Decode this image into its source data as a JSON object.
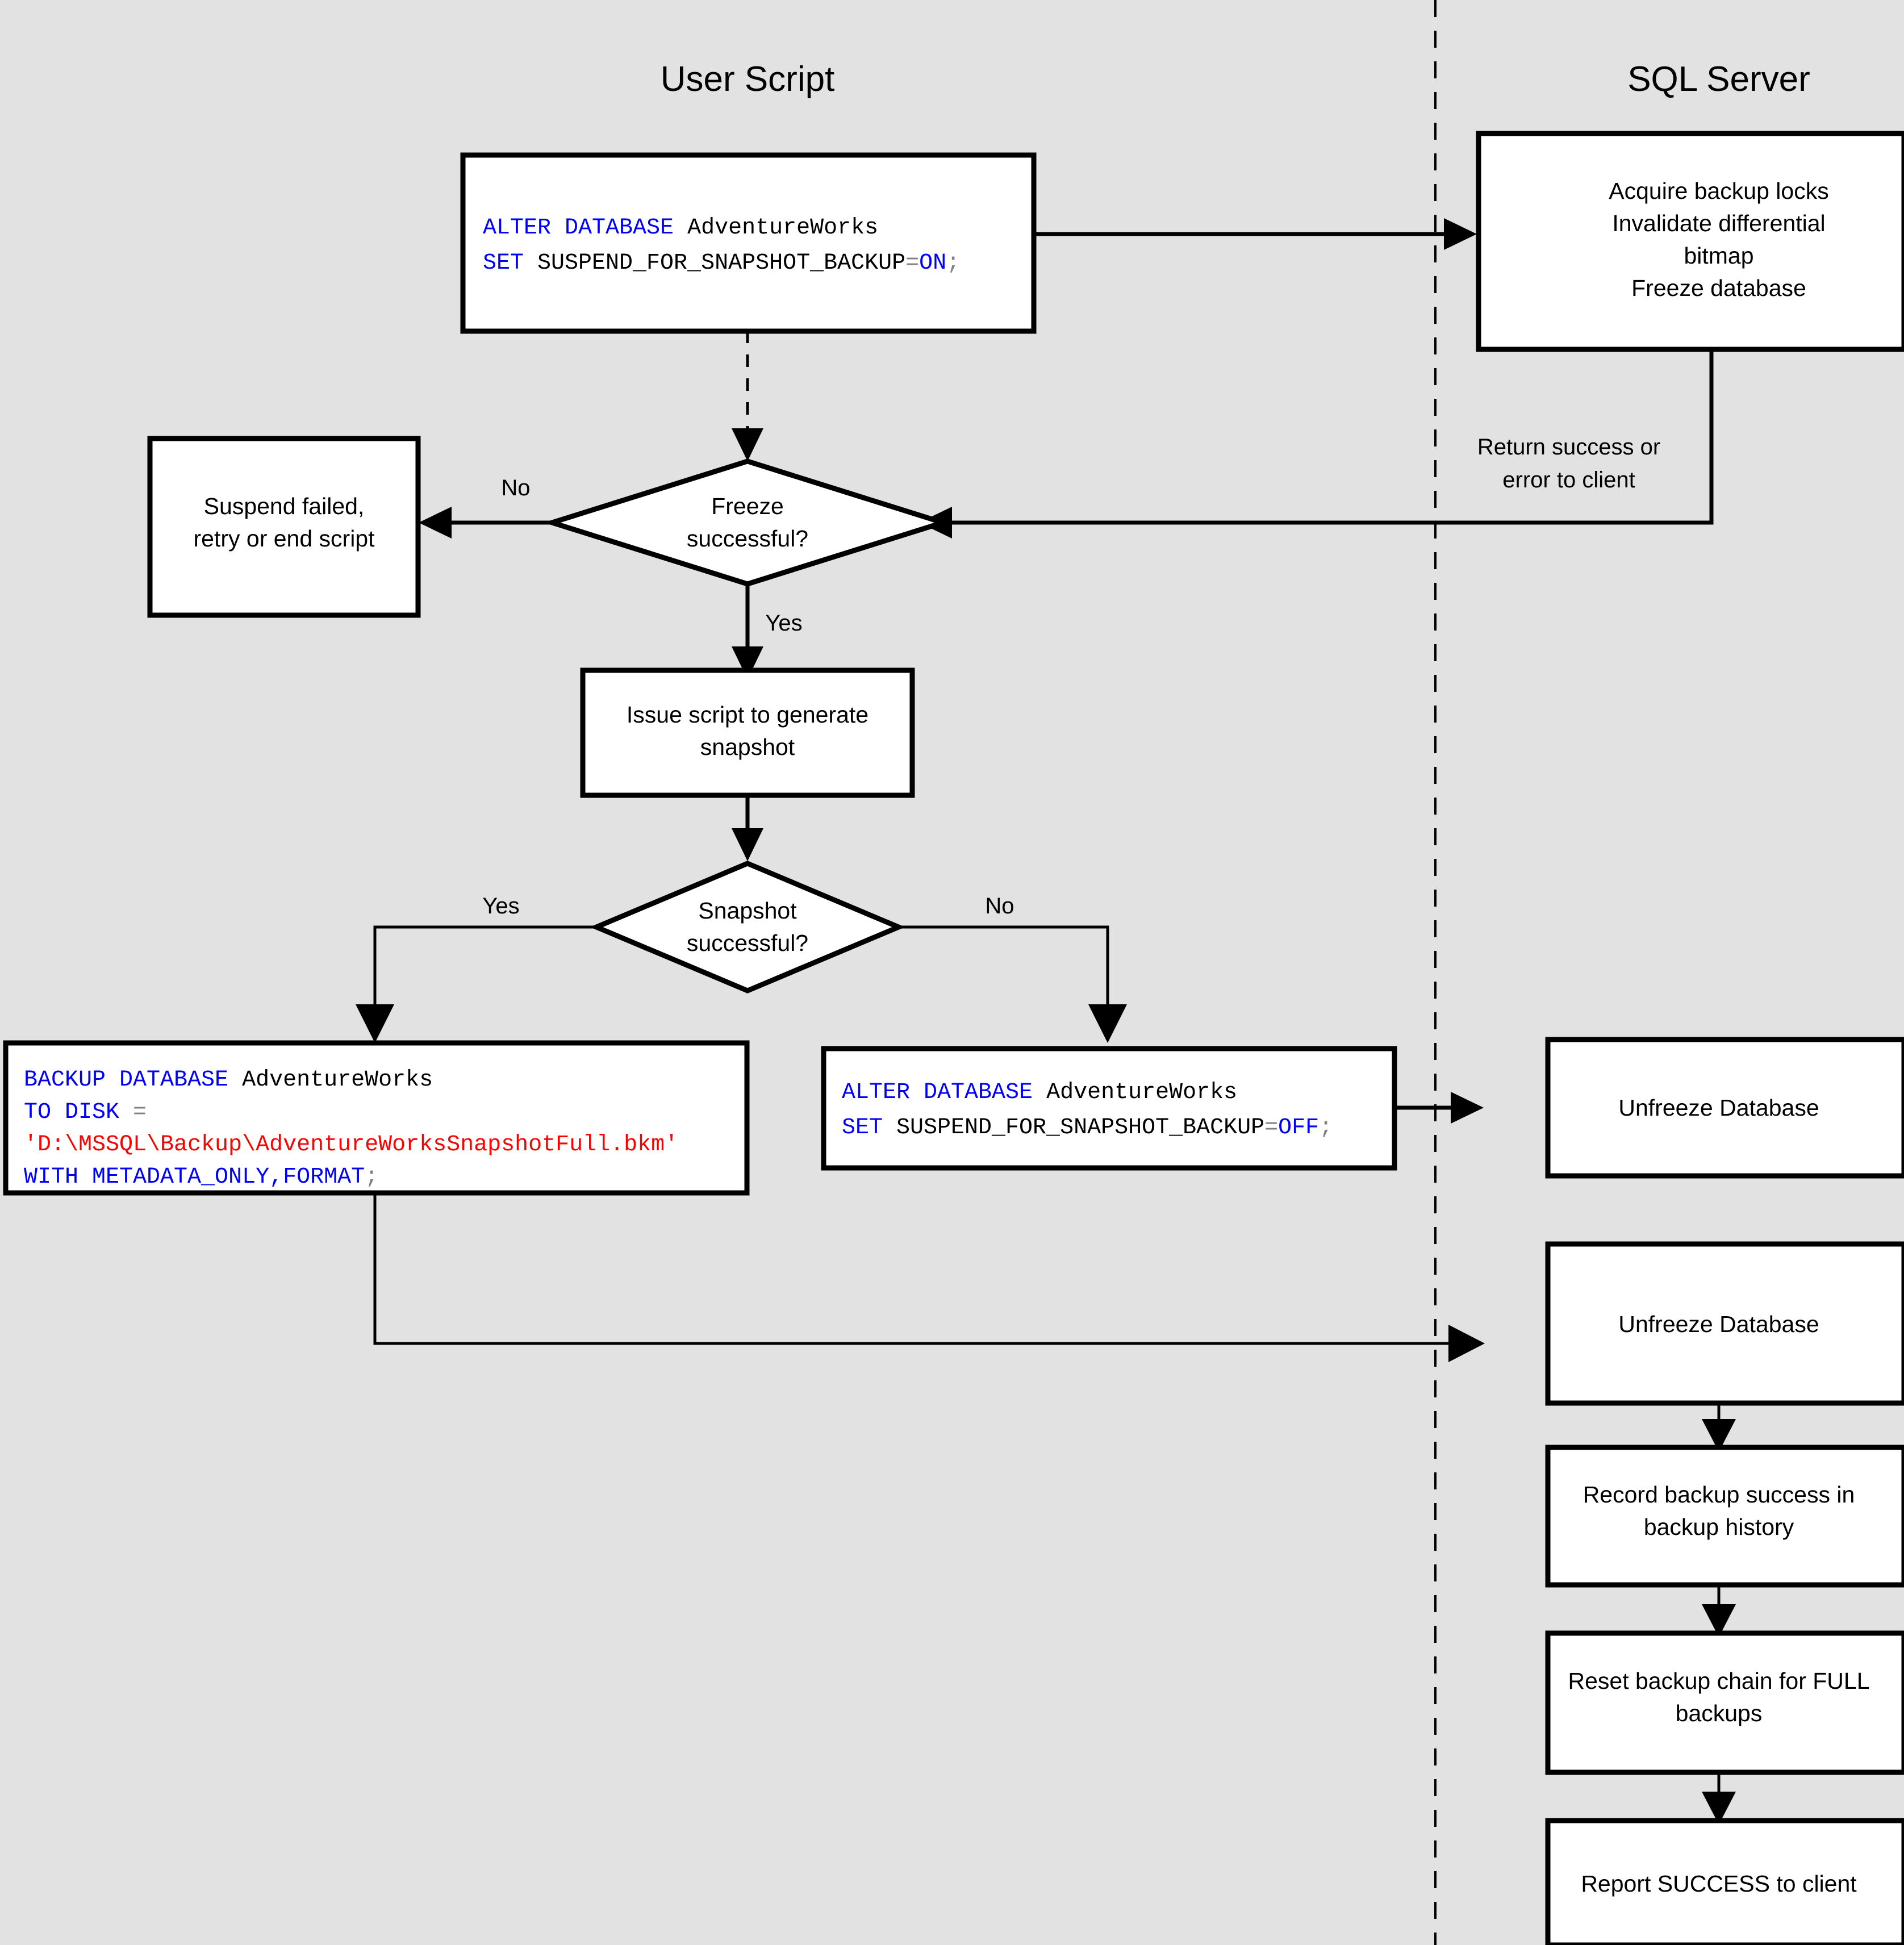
{
  "lanes": [
    {
      "id": "user-script",
      "title": "User Script"
    },
    {
      "id": "sql-server",
      "title": "SQL Server"
    }
  ],
  "colors": {
    "background": "#e2e2e2",
    "box_fill": "#ffffff",
    "stroke": "#000000",
    "keyword": "#0000ff",
    "identifier": "#000000",
    "string": "#ff0000",
    "operator": "#808080"
  },
  "nodes": {
    "alter_on": {
      "kind": "code-box",
      "lines": [
        [
          {
            "t": "ALTER DATABASE ",
            "c": "kw"
          },
          {
            "t": "AdventureWorks",
            "c": "id"
          }
        ],
        [
          {
            "t": "SET ",
            "c": "kw"
          },
          {
            "t": "SUSPEND_FOR_SNAPSHOT_BACKUP",
            "c": "id"
          },
          {
            "t": "=",
            "c": "op"
          },
          {
            "t": "ON",
            "c": "kw"
          },
          {
            "t": ";",
            "c": "op"
          }
        ]
      ],
      "plain": "ALTER DATABASE AdventureWorks SET SUSPEND_FOR_SNAPSHOT_BACKUP=ON;"
    },
    "acquire_locks": {
      "kind": "process",
      "lines": [
        "Acquire backup locks",
        "Invalidate differential",
        "bitmap",
        "Freeze database"
      ]
    },
    "suspend_failed": {
      "kind": "process",
      "lines": [
        "Suspend failed,",
        "retry or end script"
      ]
    },
    "freeze_decision": {
      "kind": "decision",
      "lines": [
        "Freeze",
        "successful?"
      ]
    },
    "issue_script": {
      "kind": "process",
      "lines": [
        "Issue script to generate",
        "snapshot"
      ]
    },
    "snapshot_decision": {
      "kind": "decision",
      "lines": [
        "Snapshot",
        "successful?"
      ]
    },
    "backup_database": {
      "kind": "code-box",
      "lines": [
        [
          {
            "t": "BACKUP DATABASE ",
            "c": "kw"
          },
          {
            "t": "AdventureWorks",
            "c": "id"
          }
        ],
        [
          {
            "t": "TO DISK ",
            "c": "kw"
          },
          {
            "t": "=",
            "c": "op"
          }
        ],
        [
          {
            "t": "'D:\\MSSQL\\Backup\\AdventureWorksSnapshotFull.bkm'",
            "c": "str"
          }
        ],
        [
          {
            "t": "WITH METADATA_ONLY,FORMAT",
            "c": "kw"
          },
          {
            "t": ";",
            "c": "op"
          }
        ]
      ],
      "plain": "BACKUP DATABASE AdventureWorks TO DISK = 'D:\\MSSQL\\Backup\\AdventureWorksSnapshotFull.bkm' WITH METADATA_ONLY,FORMAT;"
    },
    "alter_off": {
      "kind": "code-box",
      "lines": [
        [
          {
            "t": "ALTER DATABASE ",
            "c": "kw"
          },
          {
            "t": "AdventureWorks",
            "c": "id"
          }
        ],
        [
          {
            "t": "SET ",
            "c": "kw"
          },
          {
            "t": "SUSPEND_FOR_SNAPSHOT_BACKUP",
            "c": "id"
          },
          {
            "t": "=",
            "c": "op"
          },
          {
            "t": "OFF",
            "c": "kw"
          },
          {
            "t": ";",
            "c": "op"
          }
        ]
      ],
      "plain": "ALTER DATABASE AdventureWorks SET SUSPEND_FOR_SNAPSHOT_BACKUP=OFF;"
    },
    "unfreeze_1": {
      "kind": "process",
      "lines": [
        "Unfreeze Database"
      ]
    },
    "unfreeze_2": {
      "kind": "process",
      "lines": [
        "Unfreeze Database"
      ]
    },
    "record_backup": {
      "kind": "process",
      "lines": [
        "Record backup success in",
        "backup history"
      ]
    },
    "reset_chain": {
      "kind": "process",
      "lines": [
        "Reset backup chain for FULL",
        "backups"
      ]
    },
    "report_success": {
      "kind": "process",
      "lines": [
        "Report SUCCESS to client"
      ]
    }
  },
  "edge_labels": {
    "freeze_no": "No",
    "freeze_yes": "Yes",
    "snapshot_yes": "Yes",
    "snapshot_no": "No"
  },
  "annotations": {
    "return_note": [
      "Return success or",
      "error to client"
    ]
  }
}
